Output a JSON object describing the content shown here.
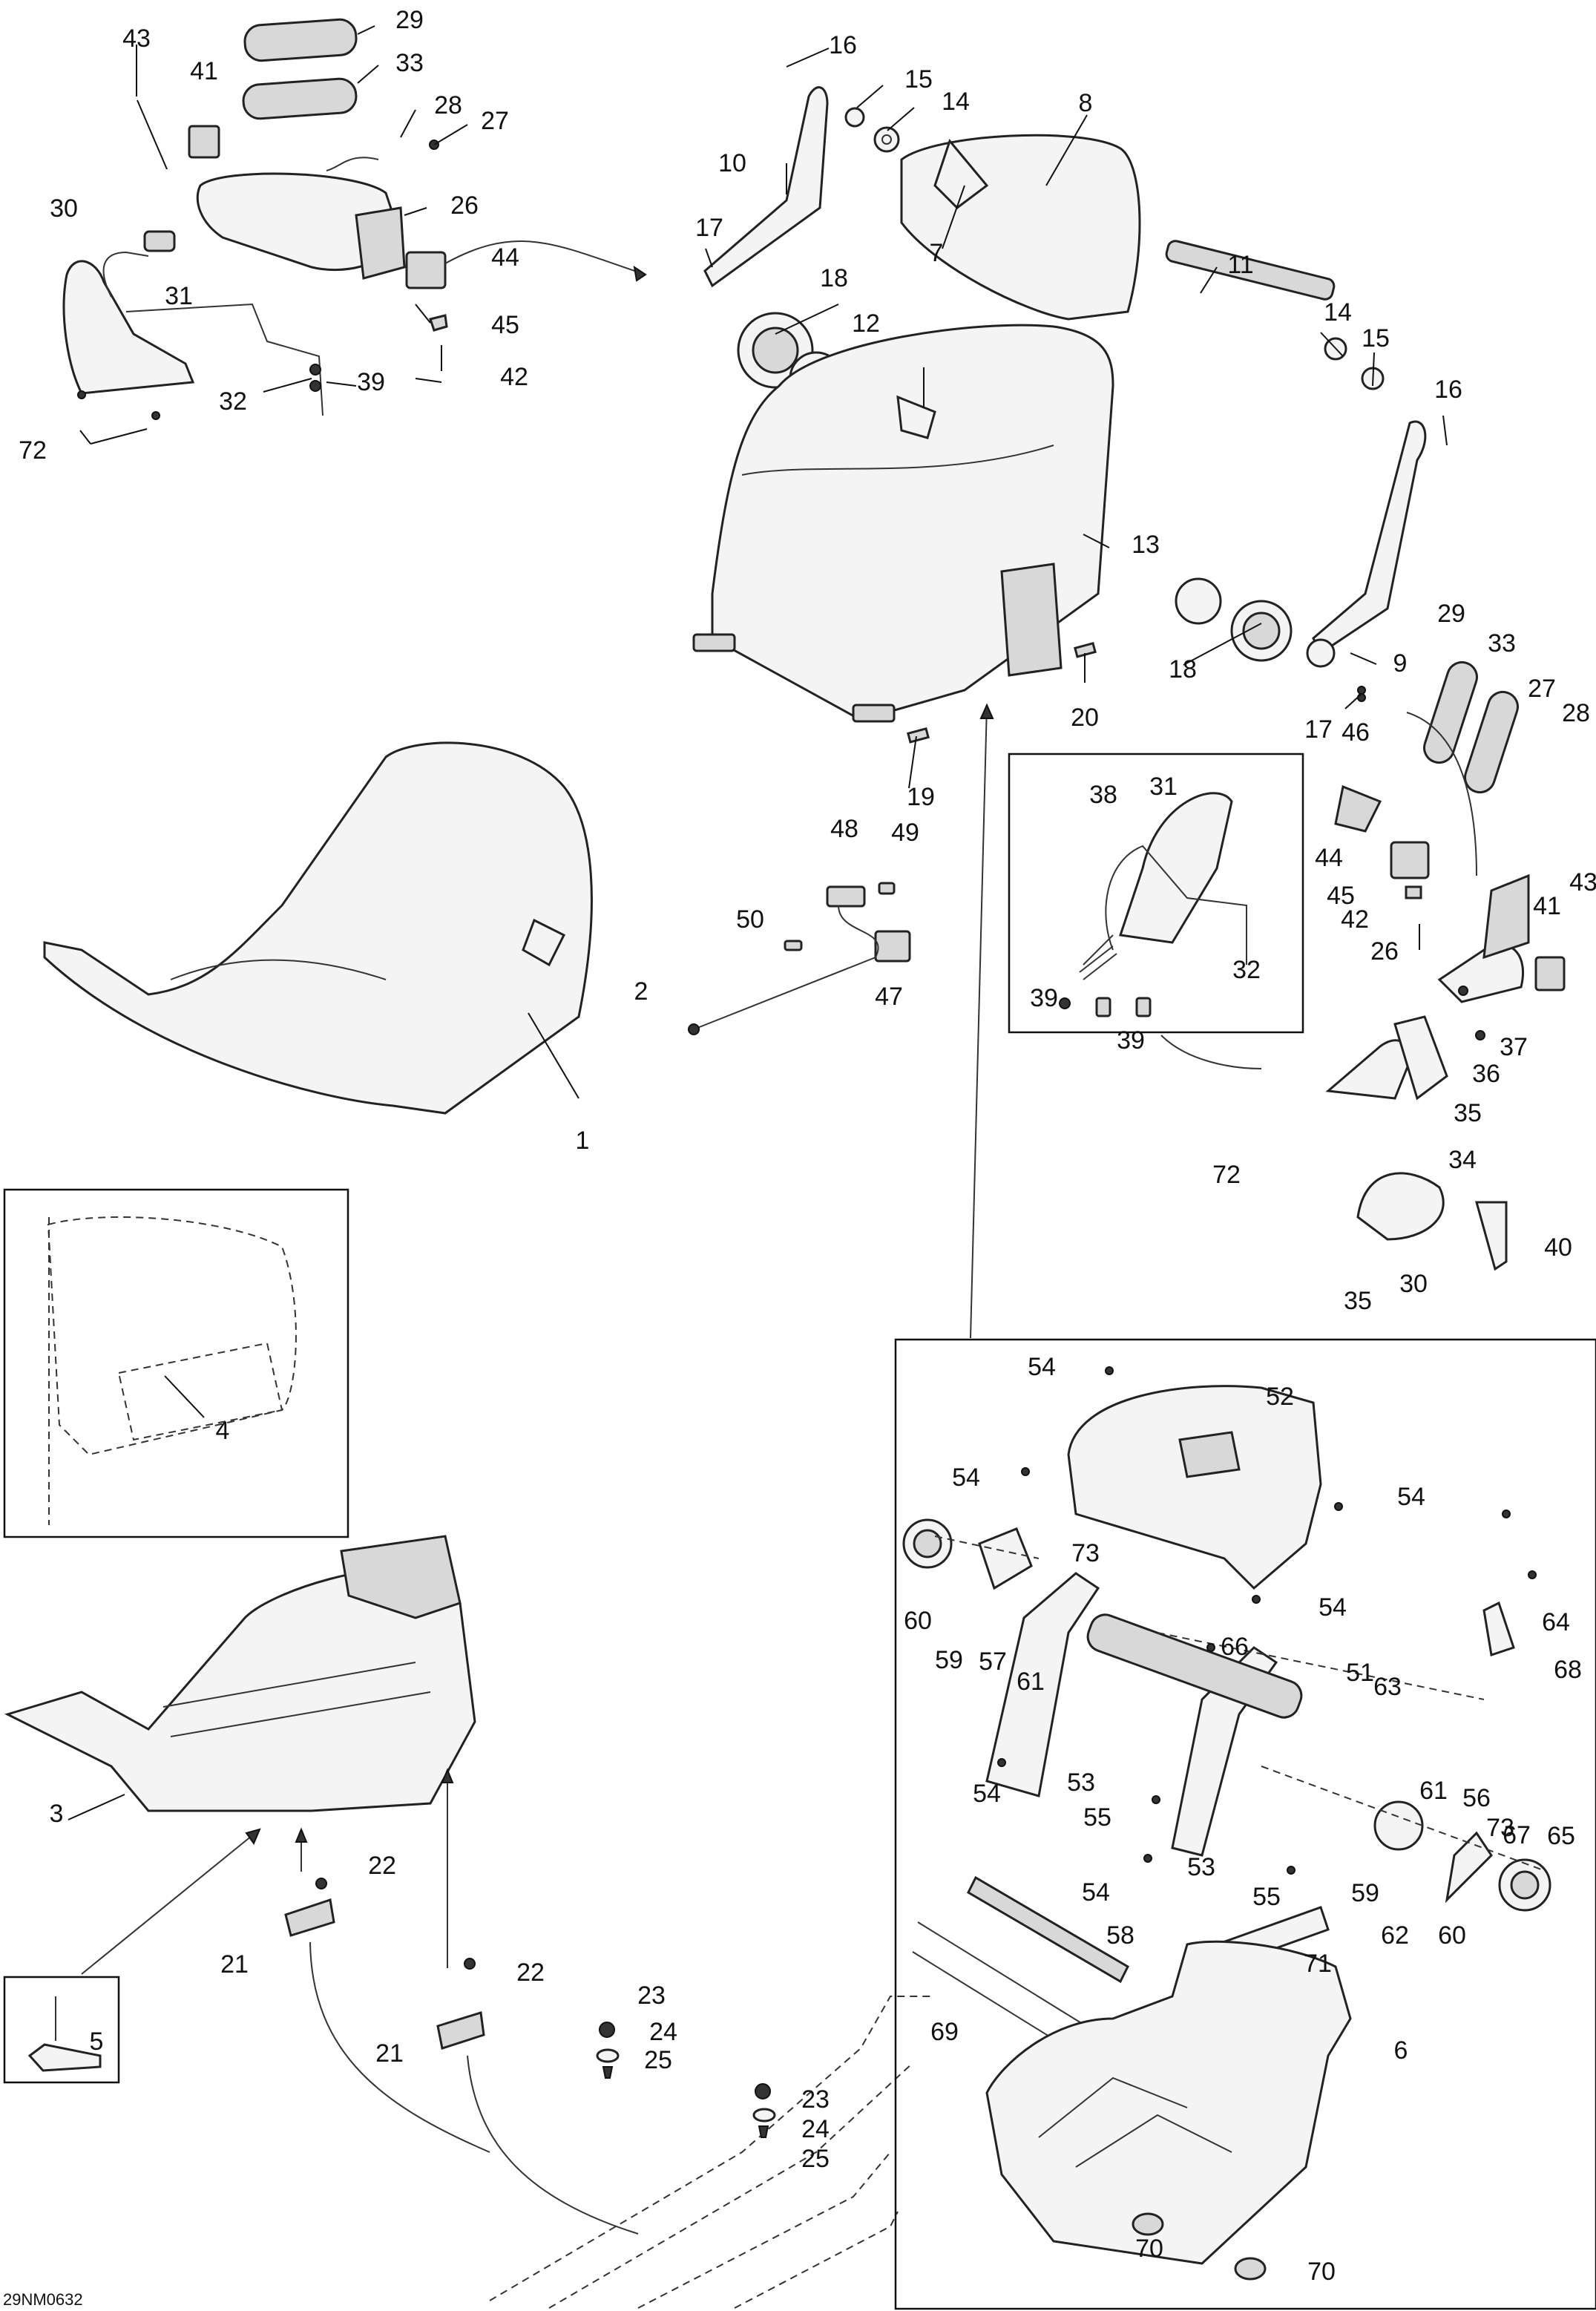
{
  "diagram_code": "29NM0632",
  "callouts": [
    {
      "id": "c1",
      "label": "1"
    },
    {
      "id": "c2",
      "label": "2"
    },
    {
      "id": "c3",
      "label": "3"
    },
    {
      "id": "c4",
      "label": "4"
    },
    {
      "id": "c5",
      "label": "5"
    },
    {
      "id": "c6",
      "label": "6"
    },
    {
      "id": "c7",
      "label": "7"
    },
    {
      "id": "c8",
      "label": "8"
    },
    {
      "id": "c9",
      "label": "9"
    },
    {
      "id": "c10",
      "label": "10"
    },
    {
      "id": "c11",
      "label": "11"
    },
    {
      "id": "c12",
      "label": "12"
    },
    {
      "id": "c13",
      "label": "13"
    },
    {
      "id": "c14a",
      "label": "14"
    },
    {
      "id": "c14b",
      "label": "14"
    },
    {
      "id": "c15a",
      "label": "15"
    },
    {
      "id": "c15b",
      "label": "15"
    },
    {
      "id": "c16a",
      "label": "16"
    },
    {
      "id": "c16b",
      "label": "16"
    },
    {
      "id": "c17a",
      "label": "17"
    },
    {
      "id": "c17b",
      "label": "17"
    },
    {
      "id": "c18a",
      "label": "18"
    },
    {
      "id": "c18b",
      "label": "18"
    },
    {
      "id": "c19",
      "label": "19"
    },
    {
      "id": "c20",
      "label": "20"
    },
    {
      "id": "c21a",
      "label": "21"
    },
    {
      "id": "c21b",
      "label": "21"
    },
    {
      "id": "c22a",
      "label": "22"
    },
    {
      "id": "c22b",
      "label": "22"
    },
    {
      "id": "c23a",
      "label": "23"
    },
    {
      "id": "c23b",
      "label": "23"
    },
    {
      "id": "c24a",
      "label": "24"
    },
    {
      "id": "c24b",
      "label": "24"
    },
    {
      "id": "c25a",
      "label": "25"
    },
    {
      "id": "c25b",
      "label": "25"
    },
    {
      "id": "c26a",
      "label": "26"
    },
    {
      "id": "c26b",
      "label": "26"
    },
    {
      "id": "c27a",
      "label": "27"
    },
    {
      "id": "c27b",
      "label": "27"
    },
    {
      "id": "c28a",
      "label": "28"
    },
    {
      "id": "c28b",
      "label": "28"
    },
    {
      "id": "c29a",
      "label": "29"
    },
    {
      "id": "c29b",
      "label": "29"
    },
    {
      "id": "c30a",
      "label": "30"
    },
    {
      "id": "c30b",
      "label": "30"
    },
    {
      "id": "c31a",
      "label": "31"
    },
    {
      "id": "c31b",
      "label": "31"
    },
    {
      "id": "c32a",
      "label": "32"
    },
    {
      "id": "c32b",
      "label": "32"
    },
    {
      "id": "c33a",
      "label": "33"
    },
    {
      "id": "c33b",
      "label": "33"
    },
    {
      "id": "c34",
      "label": "34"
    },
    {
      "id": "c35a",
      "label": "35"
    },
    {
      "id": "c35b",
      "label": "35"
    },
    {
      "id": "c36",
      "label": "36"
    },
    {
      "id": "c37",
      "label": "37"
    },
    {
      "id": "c38",
      "label": "38"
    },
    {
      "id": "c39a",
      "label": "39"
    },
    {
      "id": "c39b",
      "label": "39"
    },
    {
      "id": "c39c",
      "label": "39"
    },
    {
      "id": "c40",
      "label": "40"
    },
    {
      "id": "c41a",
      "label": "41"
    },
    {
      "id": "c41b",
      "label": "41"
    },
    {
      "id": "c42a",
      "label": "42"
    },
    {
      "id": "c42b",
      "label": "42"
    },
    {
      "id": "c43a",
      "label": "43"
    },
    {
      "id": "c43b",
      "label": "43"
    },
    {
      "id": "c44a",
      "label": "44"
    },
    {
      "id": "c44b",
      "label": "44"
    },
    {
      "id": "c45a",
      "label": "45"
    },
    {
      "id": "c45b",
      "label": "45"
    },
    {
      "id": "c46",
      "label": "46"
    },
    {
      "id": "c47",
      "label": "47"
    },
    {
      "id": "c48",
      "label": "48"
    },
    {
      "id": "c49",
      "label": "49"
    },
    {
      "id": "c50",
      "label": "50"
    },
    {
      "id": "c51",
      "label": "51"
    },
    {
      "id": "c52",
      "label": "52"
    },
    {
      "id": "c53a",
      "label": "53"
    },
    {
      "id": "c53b",
      "label": "53"
    },
    {
      "id": "c54a",
      "label": "54"
    },
    {
      "id": "c54b",
      "label": "54"
    },
    {
      "id": "c54c",
      "label": "54"
    },
    {
      "id": "c54d",
      "label": "54"
    },
    {
      "id": "c54e",
      "label": "54"
    },
    {
      "id": "c54f",
      "label": "54"
    },
    {
      "id": "c55a",
      "label": "55"
    },
    {
      "id": "c55b",
      "label": "55"
    },
    {
      "id": "c56",
      "label": "56"
    },
    {
      "id": "c57",
      "label": "57"
    },
    {
      "id": "c58",
      "label": "58"
    },
    {
      "id": "c59a",
      "label": "59"
    },
    {
      "id": "c59b",
      "label": "59"
    },
    {
      "id": "c60a",
      "label": "60"
    },
    {
      "id": "c60b",
      "label": "60"
    },
    {
      "id": "c61a",
      "label": "61"
    },
    {
      "id": "c61b",
      "label": "61"
    },
    {
      "id": "c62",
      "label": "62"
    },
    {
      "id": "c63",
      "label": "63"
    },
    {
      "id": "c64",
      "label": "64"
    },
    {
      "id": "c65",
      "label": "65"
    },
    {
      "id": "c66",
      "label": "66"
    },
    {
      "id": "c67",
      "label": "67"
    },
    {
      "id": "c68",
      "label": "68"
    },
    {
      "id": "c69",
      "label": "69"
    },
    {
      "id": "c70a",
      "label": "70"
    },
    {
      "id": "c70b",
      "label": "70"
    },
    {
      "id": "c71",
      "label": "71"
    },
    {
      "id": "c72a",
      "label": "72"
    },
    {
      "id": "c72b",
      "label": "72"
    },
    {
      "id": "c73a",
      "label": "73"
    },
    {
      "id": "c73b",
      "label": "73"
    }
  ]
}
